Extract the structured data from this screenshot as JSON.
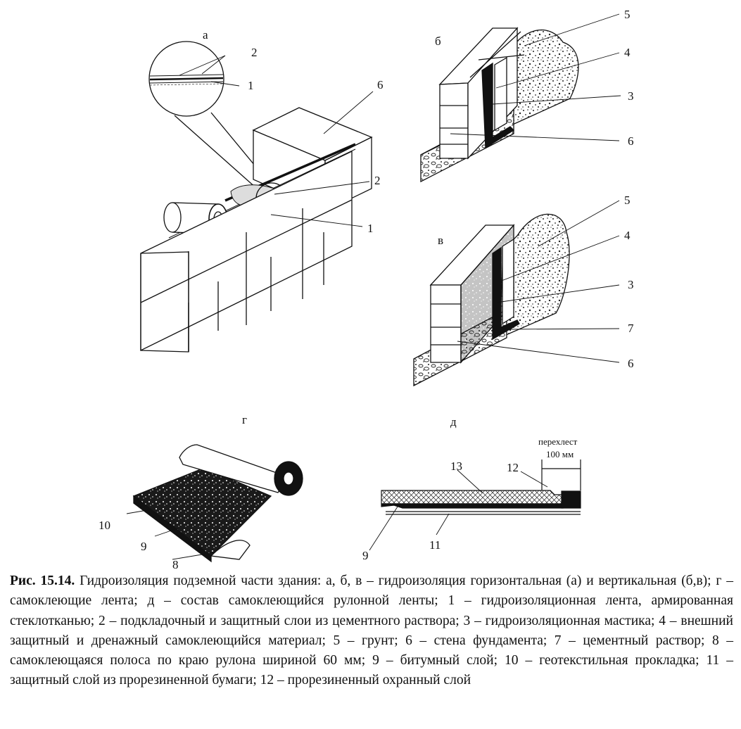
{
  "panels": {
    "a": "а",
    "b": "б",
    "v": "в",
    "g": "г",
    "d": "д"
  },
  "callouts": {
    "a_zoom_2": "2",
    "a_zoom_1": "1",
    "a_6": "6",
    "a_2": "2",
    "a_1": "1",
    "b_5": "5",
    "b_4": "4",
    "b_3": "3",
    "b_6": "6",
    "v_5": "5",
    "v_4": "4",
    "v_3": "3",
    "v_7": "7",
    "v_6": "6",
    "g_10": "10",
    "g_9": "9",
    "g_8": "8",
    "d_13": "13",
    "d_12": "12",
    "d_9": "9",
    "d_11": "11"
  },
  "overlap": {
    "line1": "перехлест",
    "line2": "100 мм"
  },
  "caption": {
    "prefix": "Рис. 15.14.",
    "text": " Гидроизоляция подземной части здания: а, б, в – гидроизоляция горизонтальная (а) и вертикальная (б,в); г – самоклеющие лента; д – состав самоклеющийся рулонной ленты; 1 – гидроизоляционная лента, армированная стеклотканью; 2 – подкладочный и защитный слои из цементного раствора; 3 – гидроизоляционная мастика; 4 – внешний защитный и дренажный самоклеющийся материал; 5 – грунт; 6 – стена фундамента; 7 – цементный раствор; 8 – самоклеющаяся полоса по краю рулона шириной 60 мм; 9 – битумный слой; 10 – геотекстильная прокладка; 11 – защитный слой из прорезиненной бумаги; 12 – прорезиненный охранный слой"
  }
}
